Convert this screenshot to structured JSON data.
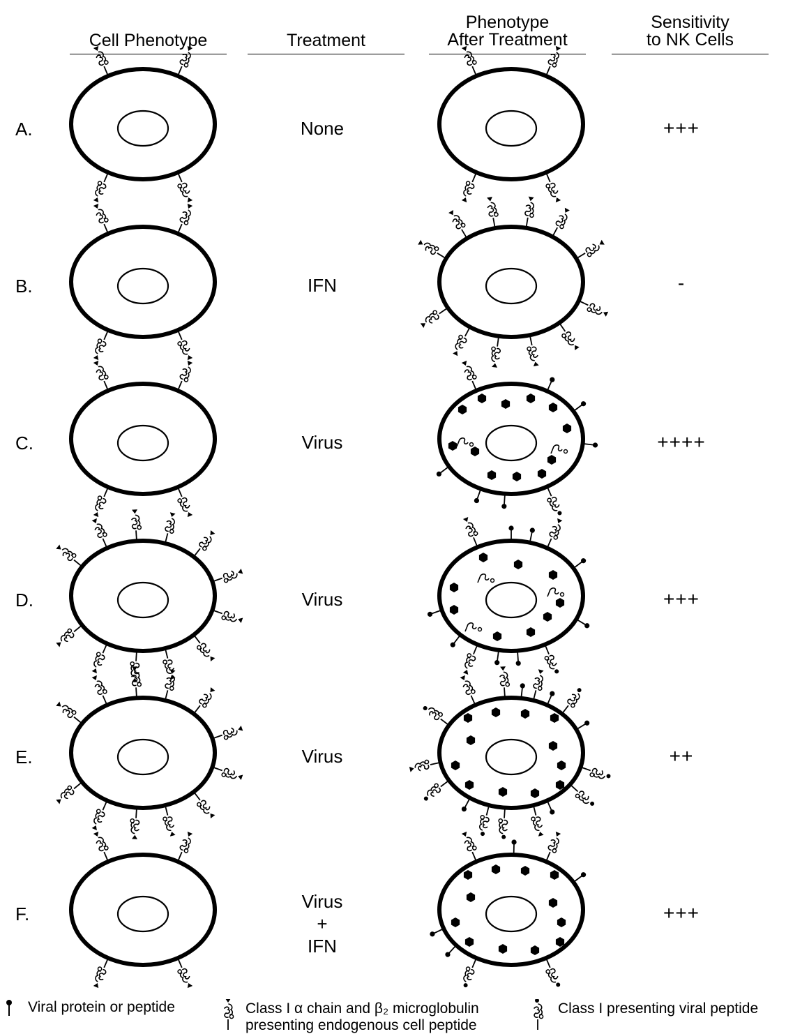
{
  "headers": {
    "cell_phenotype": "Cell Phenotype",
    "treatment": "Treatment",
    "phenotype_after_line1": "Phenotype",
    "phenotype_after_line2": "After Treatment",
    "sensitivity_line1": "Sensitivity",
    "sensitivity_line2": "to NK Cells"
  },
  "rows": [
    {
      "label": "A.",
      "treatment": [
        "None"
      ],
      "sensitivity": "+++"
    },
    {
      "label": "B.",
      "treatment": [
        "IFN"
      ],
      "sensitivity": "-"
    },
    {
      "label": "C.",
      "treatment": [
        "Virus"
      ],
      "sensitivity": "++++"
    },
    {
      "label": "D.",
      "treatment": [
        "Virus"
      ],
      "sensitivity": "+++"
    },
    {
      "label": "E.",
      "treatment": [
        "Virus"
      ],
      "sensitivity": "++"
    },
    {
      "label": "F.",
      "treatment": [
        "Virus",
        "+",
        "IFN"
      ],
      "sensitivity": "+++"
    }
  ],
  "legend": {
    "viral_protein": "Viral protein or peptide",
    "class1_endogenous_line1": "Class I α chain and β₂ microglobulin",
    "class1_endogenous_line2": "presenting endogenous cell peptide",
    "class1_viral": "Class I presenting viral peptide"
  }
}
